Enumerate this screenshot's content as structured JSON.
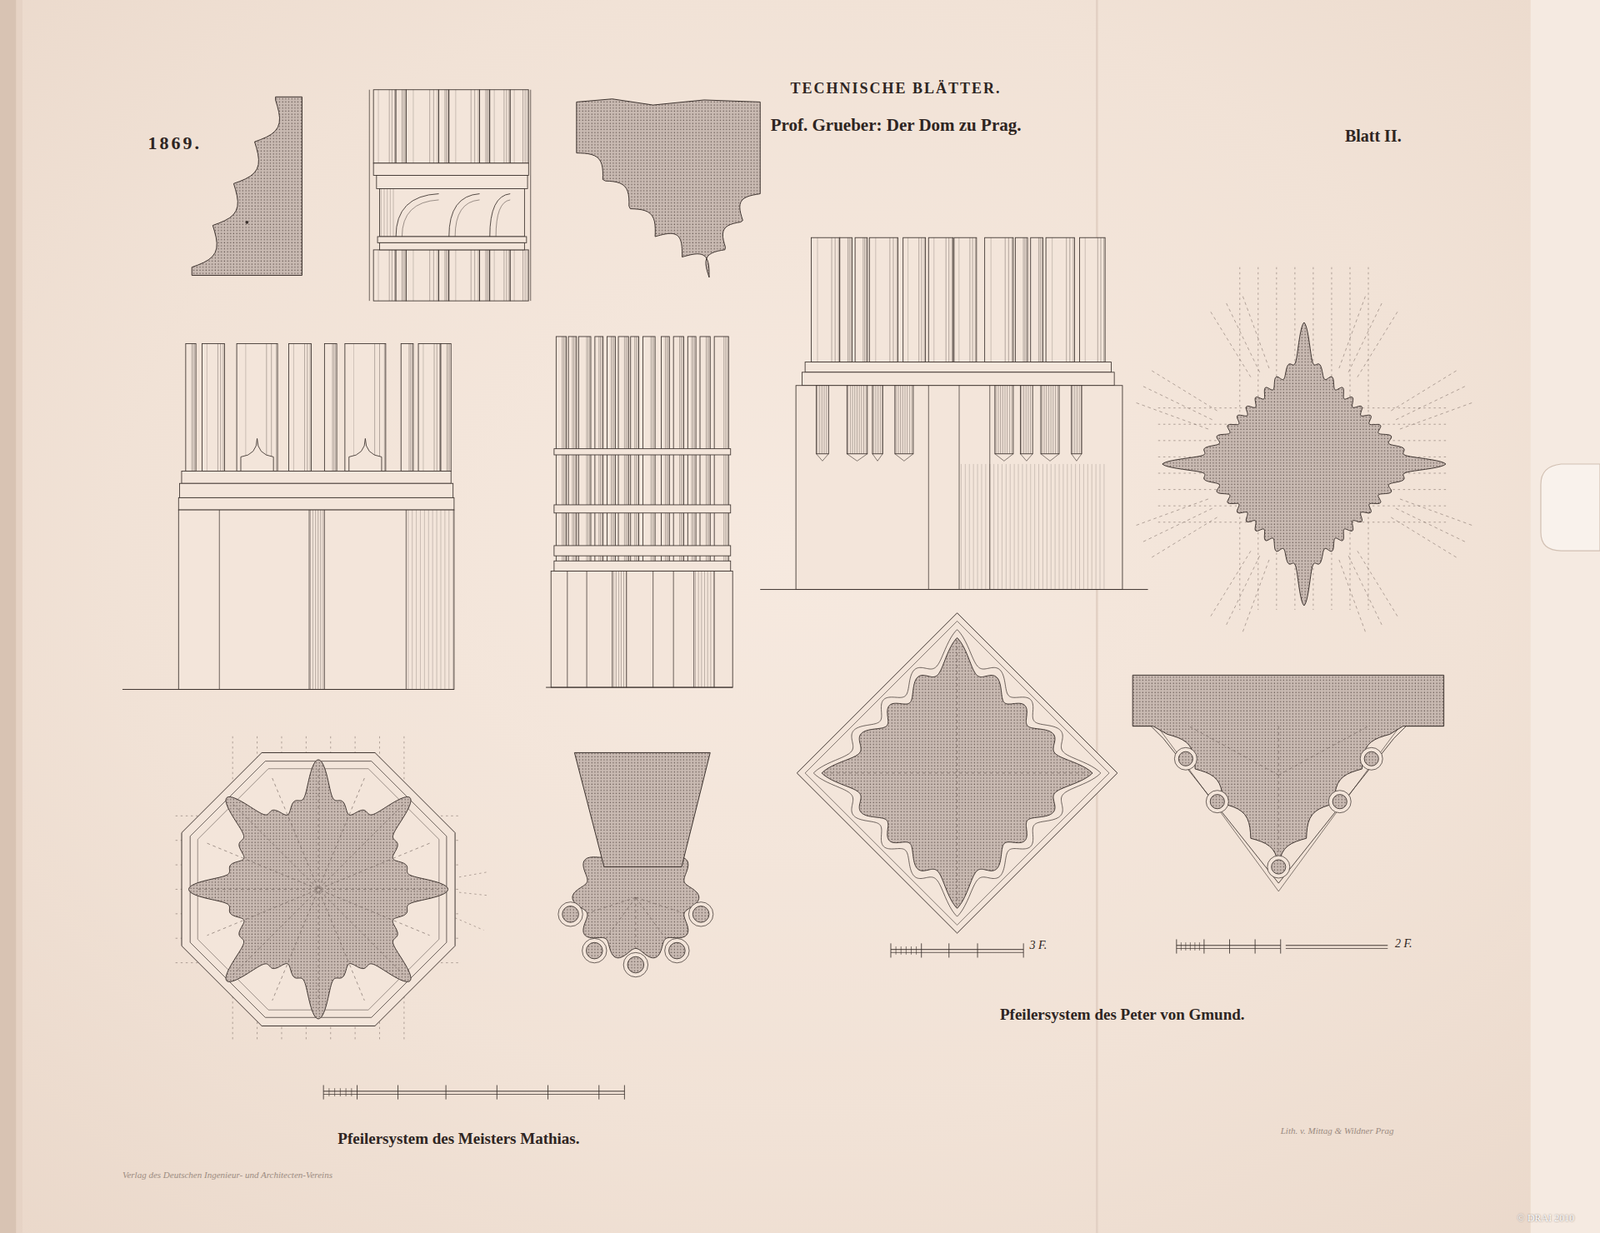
{
  "diagram": {
    "title": "TECHNISCHE BLÄTTER.",
    "labels": [
      "1869.",
      "Prof. Grueber: Der Dom zu Prag.",
      "Blatt II.",
      "3 F.",
      "2 F.",
      "Pfeilersystem des Peter von Gmund.",
      "Pfeilersystem des Meisters Mathias.",
      "Lith. v. Mittag & Wildner Prag",
      "Verlag des Deutschen Ingenieur- und Architecten-Vereins",
      "© DRAI 2010"
    ]
  }
}
